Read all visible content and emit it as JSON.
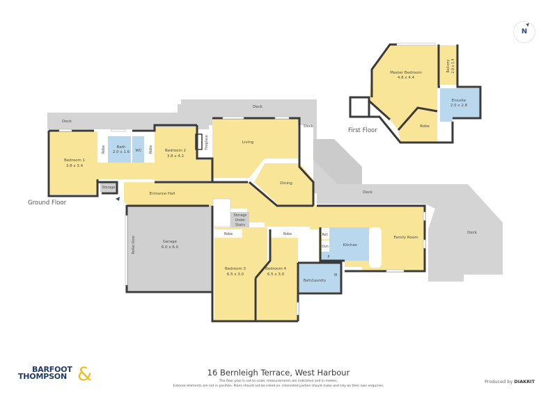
{
  "title": "16 Bernleigh Terrace, West Harbour",
  "disclaimer": {
    "line1": "The floor plan is not to scale; measurements are indicative and in metres.",
    "line2": "Exterior elements are not in position. Plans should not be relied on. Interested parties should make and rely on their own enquiries."
  },
  "brand": {
    "line1": "BARFOOT",
    "line2": "THOMPSON",
    "ampersand": "&"
  },
  "produced_by": {
    "prefix": "Produced by",
    "name": "DIAKRIT"
  },
  "compass": {
    "label": "N"
  },
  "colors": {
    "room": "#f9e597",
    "wet": "#b9d8ee",
    "deck": "#d4d4d4",
    "wall": "#3a3a3a",
    "brand_blue": "#1f3a6b",
    "brand_gold": "#f2bc21"
  },
  "floors": {
    "ground": {
      "label": "Ground Floor",
      "rooms": {
        "bedroom1": {
          "name": "Bedroom 1",
          "dims": "3.8 x 3.4"
        },
        "bath": {
          "name": "Bath",
          "dims": "2.0 x 1.6"
        },
        "wc": {
          "name": "WC"
        },
        "robe1": {
          "name": "Robe"
        },
        "robe2": {
          "name": "Robe"
        },
        "bedroom2": {
          "name": "Bedroom 2",
          "dims": "3.8 x 4.2"
        },
        "fireplace": {
          "name": "Fireplace"
        },
        "living": {
          "name": "Living"
        },
        "dining": {
          "name": "Dining"
        },
        "storage": {
          "name": "Storage"
        },
        "entrance": {
          "name": "Entrance Hall"
        },
        "storage_stairs": {
          "l1": "Storage",
          "l2": "Under",
          "l3": "Stairs"
        },
        "garage": {
          "name": "Garage",
          "dims": "6.0 x 6.0"
        },
        "roller": {
          "name": "Roller Door"
        },
        "robe3": {
          "name": "Robe"
        },
        "robe4": {
          "name": "Robe"
        },
        "bedroom3": {
          "name": "Bedroom 3",
          "dims": "6.5 x 3.0"
        },
        "bedroom4": {
          "name": "Bedroom 4",
          "dims": "6.5 x 3.0"
        },
        "kitchen": {
          "name": "Kitchen"
        },
        "ref": {
          "name": "Ref."
        },
        "ovn": {
          "name": "Ovn"
        },
        "pantry": {
          "name": "P"
        },
        "bath_laundry": {
          "name": "Bath/Laundry"
        },
        "washer": {
          "name": "W"
        },
        "family": {
          "name": "Family Room"
        },
        "deck_west": {
          "name": "Deck"
        },
        "deck_north": {
          "name": "Deck"
        },
        "deck_small": {
          "name": "Deck"
        },
        "deck_family": {
          "name": "Deck"
        },
        "deck_east": {
          "name": "Deck"
        }
      }
    },
    "first": {
      "label": "First Floor",
      "rooms": {
        "master": {
          "name": "Master Bedroom",
          "dims": "4.8 x 4.4"
        },
        "balcony": {
          "name": "Balcony",
          "dims": "2.8 x 1.4"
        },
        "ensuite": {
          "name": "Ensuite",
          "dims": "2.0 x 2.8"
        },
        "robe": {
          "name": "Robe"
        }
      }
    }
  }
}
